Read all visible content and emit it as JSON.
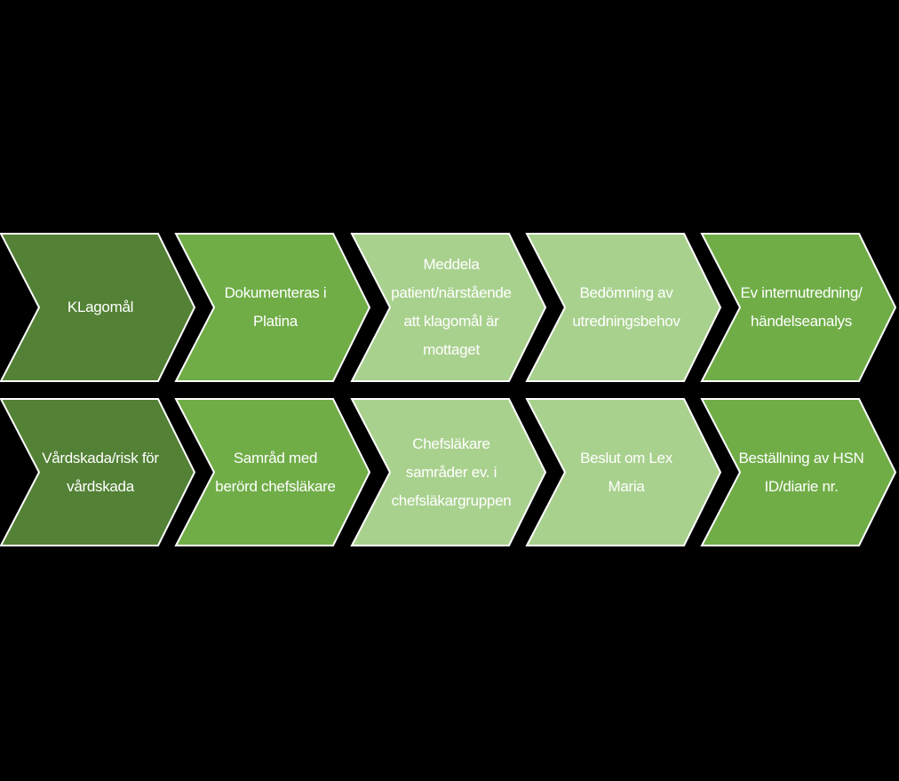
{
  "colors": {
    "dark_green": "#538135",
    "mid_green": "#70AD47",
    "light_green": "#A9D18E",
    "border": "#FFFFFF",
    "text": "#FFFFFF",
    "background": "#000000"
  },
  "rows": [
    {
      "steps": [
        {
          "lines": [
            "KLagomål"
          ],
          "fill": "dark_green"
        },
        {
          "lines": [
            "Dokumenteras i",
            "Platina"
          ],
          "fill": "mid_green"
        },
        {
          "lines": [
            "Meddela",
            "patient/närstående",
            "att klagomål är",
            "mottaget"
          ],
          "fill": "light_green"
        },
        {
          "lines": [
            "Bedömning av",
            "utredningsbehov"
          ],
          "fill": "light_green"
        },
        {
          "lines": [
            "Ev internutredning/",
            "händelseanalys"
          ],
          "fill": "mid_green"
        }
      ]
    },
    {
      "steps": [
        {
          "lines": [
            "Vårdskada/risk för",
            "vårdskada"
          ],
          "fill": "dark_green"
        },
        {
          "lines": [
            "Samråd med",
            "berörd chefsläkare"
          ],
          "fill": "mid_green"
        },
        {
          "lines": [
            "Chefsläkare",
            "samråder ev. i",
            "chefsläkargruppen"
          ],
          "fill": "light_green"
        },
        {
          "lines": [
            "Beslut om Lex",
            "Maria"
          ],
          "fill": "light_green"
        },
        {
          "lines": [
            "Beställning av HSN",
            "ID/diarie nr."
          ],
          "fill": "mid_green"
        }
      ]
    }
  ]
}
